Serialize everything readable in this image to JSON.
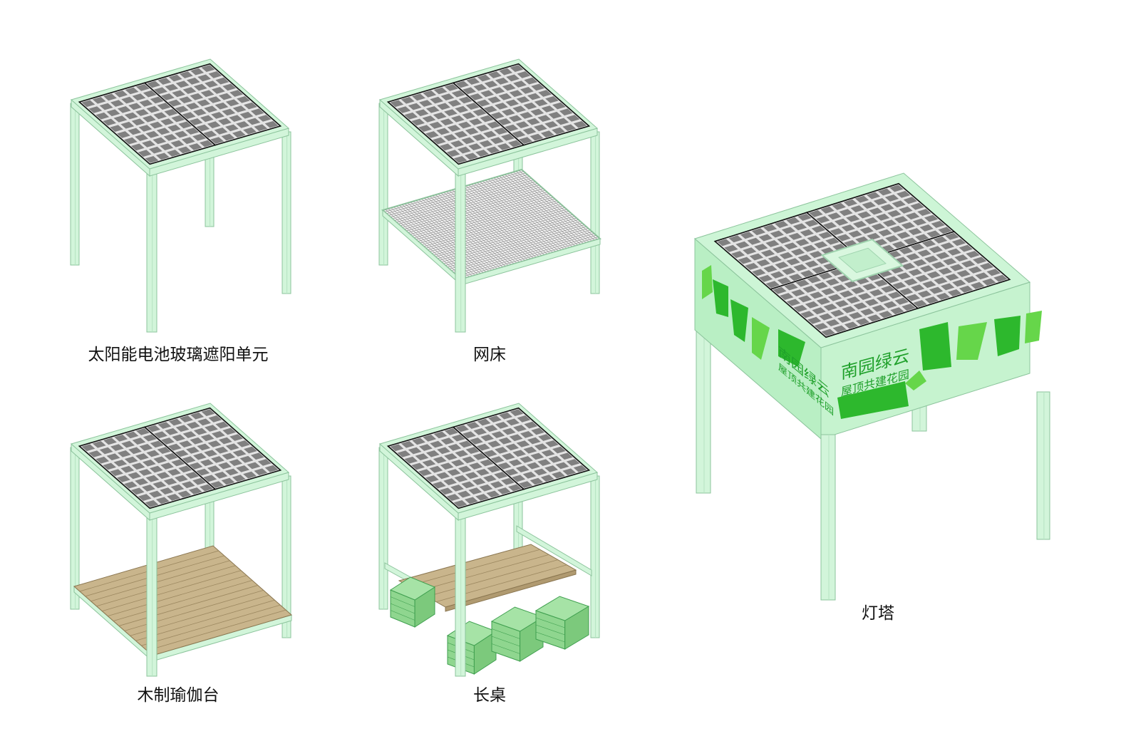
{
  "colors": {
    "frame": "#d2f5da",
    "frame_stroke": "#8cc49c",
    "cell": "#808080",
    "cell_gap": "#e4e4e4",
    "wood": "#c9b58c",
    "box": "#8fd68f",
    "sign_dark": "#2db82d",
    "sign_light": "#66d64a",
    "sign_text": "#1fa02a"
  },
  "modules": [
    {
      "id": "solar-unit",
      "label": "太阳能电池玻璃遮阳单元"
    },
    {
      "id": "net-bed",
      "label": "网床"
    },
    {
      "id": "yoga-deck",
      "label": "木制瑜伽台"
    },
    {
      "id": "long-table",
      "label": "长桌"
    },
    {
      "id": "lighthouse",
      "label": "灯塔"
    }
  ],
  "sign": {
    "title": "南园绿云",
    "subtitle": "屋顶共建花园"
  }
}
